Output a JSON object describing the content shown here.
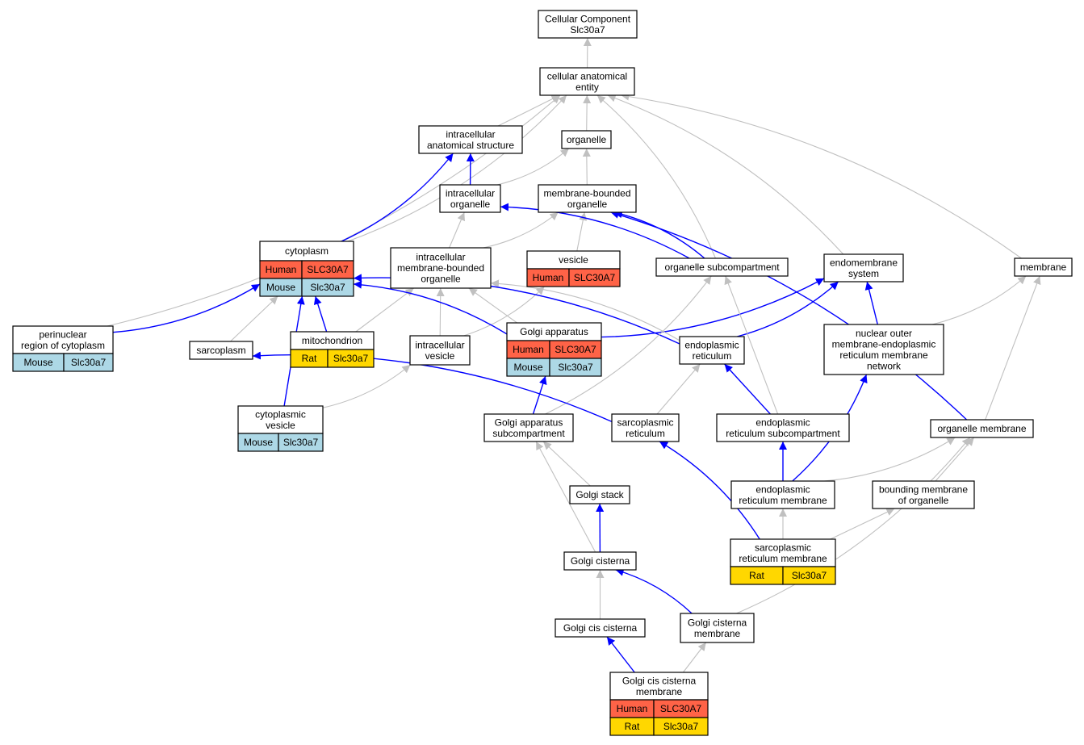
{
  "colors": {
    "is_a": "#c0c0c0",
    "part_of": "#0000ff",
    "human": "#FF6347",
    "mouse": "#ADD8E6",
    "rat": "#FFD700"
  },
  "nodes": {
    "cc": [
      "Cellular Component",
      "Slc30a7"
    ],
    "cae": [
      "cellular anatomical",
      "entity"
    ],
    "ias": [
      "intracellular",
      "anatomical structure"
    ],
    "organelle": [
      "organelle"
    ],
    "io": [
      "intracellular",
      "organelle"
    ],
    "mbo": [
      "membrane-bounded",
      "organelle"
    ],
    "cytoplasm": [
      "cytoplasm"
    ],
    "imbo": [
      "intracellular",
      "membrane-bounded",
      "organelle"
    ],
    "vesicle": [
      "vesicle"
    ],
    "osc": [
      "organelle subcompartment"
    ],
    "endo": [
      "endomembrane",
      "system"
    ],
    "membrane": [
      "membrane"
    ],
    "perinuclear": [
      "perinuclear",
      "region of cytoplasm"
    ],
    "sarcoplasm": [
      "sarcoplasm"
    ],
    "mito": [
      "mitochondrion"
    ],
    "iv": [
      "intracellular",
      "vesicle"
    ],
    "golgi": [
      "Golgi apparatus"
    ],
    "er": [
      "endoplasmic",
      "reticulum"
    ],
    "nomer": [
      "nuclear outer",
      "membrane-endoplasmic",
      "reticulum membrane",
      "network"
    ],
    "cv": [
      "cytoplasmic",
      "vesicle"
    ],
    "gasc": [
      "Golgi apparatus",
      "subcompartment"
    ],
    "sr": [
      "sarcoplasmic",
      "reticulum"
    ],
    "ersc": [
      "endoplasmic",
      "reticulum subcompartment"
    ],
    "om": [
      "organelle membrane"
    ],
    "gstack": [
      "Golgi stack"
    ],
    "erm": [
      "endoplasmic",
      "reticulum membrane"
    ],
    "bmo": [
      "bounding membrane",
      "of organelle"
    ],
    "gcist": [
      "Golgi cisterna"
    ],
    "srm": [
      "sarcoplasmic",
      "reticulum membrane"
    ],
    "gcis": [
      "Golgi cis cisterna"
    ],
    "gcm": [
      "Golgi cisterna",
      "membrane"
    ],
    "gccm": [
      "Golgi cis cisterna",
      "membrane"
    ]
  },
  "annotations": {
    "cytoplasm": [
      [
        "Human",
        "SLC30A7"
      ],
      [
        "Mouse",
        "Slc30a7"
      ]
    ],
    "vesicle": [
      [
        "Human",
        "SLC30A7"
      ]
    ],
    "perinuclear": [
      [
        "Mouse",
        "Slc30a7"
      ]
    ],
    "mito": [
      [
        "Rat",
        "Slc30a7"
      ]
    ],
    "golgi": [
      [
        "Human",
        "SLC30A7"
      ],
      [
        "Mouse",
        "Slc30a7"
      ]
    ],
    "cv": [
      [
        "Mouse",
        "Slc30a7"
      ]
    ],
    "srm": [
      [
        "Rat",
        "Slc30a7"
      ]
    ],
    "gccm": [
      [
        "Human",
        "SLC30A7"
      ],
      [
        "Rat",
        "Slc30a7"
      ]
    ]
  },
  "edges": [
    [
      "cae",
      "cc",
      "is_a"
    ],
    [
      "ias",
      "cae",
      "is_a"
    ],
    [
      "organelle",
      "cae",
      "is_a"
    ],
    [
      "osc",
      "cae",
      "is_a"
    ],
    [
      "endo",
      "cae",
      "is_a"
    ],
    [
      "membrane",
      "cae",
      "is_a"
    ],
    [
      "cytoplasm",
      "cae",
      "is_a"
    ],
    [
      "perinuclear",
      "cae",
      "is_a"
    ],
    [
      "io",
      "ias",
      "part_of"
    ],
    [
      "io",
      "organelle",
      "is_a"
    ],
    [
      "mbo",
      "organelle",
      "is_a"
    ],
    [
      "cytoplasm",
      "ias",
      "part_of"
    ],
    [
      "imbo",
      "io",
      "is_a"
    ],
    [
      "imbo",
      "mbo",
      "is_a"
    ],
    [
      "vesicle",
      "mbo",
      "is_a"
    ],
    [
      "osc",
      "io",
      "part_of"
    ],
    [
      "osc",
      "mbo",
      "part_of"
    ],
    [
      "om",
      "mbo",
      "part_of"
    ],
    [
      "perinuclear",
      "cytoplasm",
      "part_of"
    ],
    [
      "sarcoplasm",
      "cytoplasm",
      "is_a"
    ],
    [
      "mito",
      "cytoplasm",
      "part_of"
    ],
    [
      "mito",
      "imbo",
      "is_a"
    ],
    [
      "iv",
      "imbo",
      "is_a"
    ],
    [
      "iv",
      "vesicle",
      "is_a"
    ],
    [
      "golgi",
      "imbo",
      "is_a"
    ],
    [
      "golgi",
      "cytoplasm",
      "part_of"
    ],
    [
      "golgi",
      "endo",
      "part_of"
    ],
    [
      "er",
      "imbo",
      "is_a"
    ],
    [
      "er",
      "cytoplasm",
      "part_of"
    ],
    [
      "er",
      "endo",
      "part_of"
    ],
    [
      "nomer",
      "endo",
      "part_of"
    ],
    [
      "nomer",
      "membrane",
      "is_a"
    ],
    [
      "cv",
      "cytoplasm",
      "part_of"
    ],
    [
      "cv",
      "iv",
      "is_a"
    ],
    [
      "gasc",
      "golgi",
      "part_of"
    ],
    [
      "gasc",
      "osc",
      "is_a"
    ],
    [
      "sr",
      "sarcoplasm",
      "part_of"
    ],
    [
      "sr",
      "er",
      "is_a"
    ],
    [
      "ersc",
      "er",
      "part_of"
    ],
    [
      "ersc",
      "osc",
      "is_a"
    ],
    [
      "om",
      "membrane",
      "is_a"
    ],
    [
      "gstack",
      "gasc",
      "is_a"
    ],
    [
      "erm",
      "ersc",
      "part_of"
    ],
    [
      "erm",
      "nomer",
      "part_of"
    ],
    [
      "erm",
      "om",
      "is_a"
    ],
    [
      "bmo",
      "om",
      "is_a"
    ],
    [
      "gcist",
      "gstack",
      "part_of"
    ],
    [
      "gcist",
      "gasc",
      "is_a"
    ],
    [
      "srm",
      "sr",
      "part_of"
    ],
    [
      "srm",
      "erm",
      "is_a"
    ],
    [
      "srm",
      "bmo",
      "is_a"
    ],
    [
      "gcis",
      "gcist",
      "is_a"
    ],
    [
      "gcm",
      "gcist",
      "part_of"
    ],
    [
      "gcm",
      "om",
      "is_a"
    ],
    [
      "gccm",
      "gcis",
      "part_of"
    ],
    [
      "gccm",
      "gcm",
      "is_a"
    ]
  ]
}
